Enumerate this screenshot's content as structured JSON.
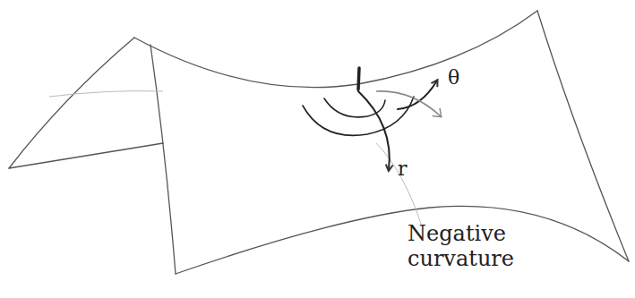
{
  "diagram": {
    "labels": [
      "θ",
      "r",
      "Negative curvature"
    ]
  }
}
